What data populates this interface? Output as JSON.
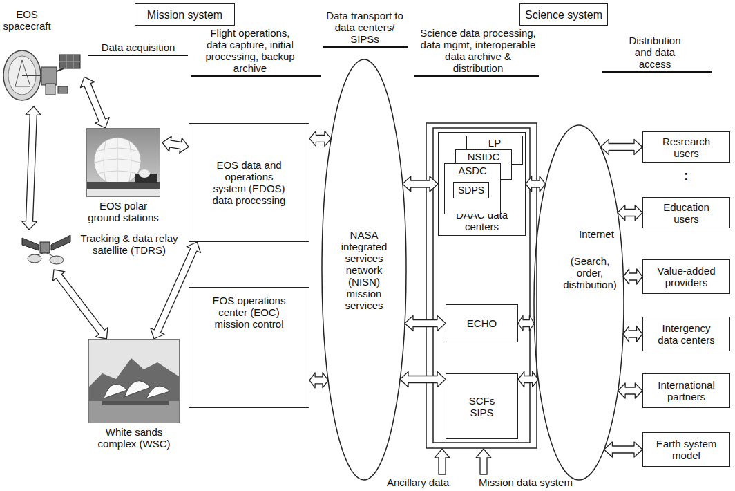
{
  "diagram": {
    "nodes": [
      {
        "text": [
          "Mission system"
        ]
      },
      {
        "text": [
          "Science system"
        ]
      },
      {
        "text": [
          "EOS spacecraft"
        ]
      },
      {
        "text": [
          "EOS polar ground stations"
        ]
      },
      {
        "text": [
          "Tracking & data relay satellite (TDRS)"
        ]
      },
      {
        "text": [
          "White sands complex (WSC)"
        ]
      },
      {
        "text": [
          "EOS data and operations system (EDOS) data processing"
        ]
      },
      {
        "text": [
          "EOS operations center (EOC) mission control"
        ]
      },
      {
        "text": [
          "NASA integrated services network (NISN) mission services"
        ]
      },
      {
        "text": [
          "DAAC data centers"
        ]
      },
      {
        "text": [
          "LP"
        ],
        "in": 9
      },
      {
        "text": [
          "NSIDC"
        ],
        "in": 9
      },
      {
        "text": [
          "ASDC"
        ],
        "in": 9
      },
      {
        "text": [
          "SDPS"
        ],
        "in": 12
      },
      {
        "text": [
          "ECHO"
        ]
      },
      {
        "text": [
          "SCFs SIPS"
        ]
      },
      {
        "text": [
          "Internet",
          "(Search, order, distribution)"
        ]
      },
      {
        "text": [
          "Resrearch users"
        ]
      },
      {
        "text": [
          "Education users"
        ]
      },
      {
        "text": [
          "Value-added providers"
        ]
      },
      {
        "text": [
          "Intergency data centers"
        ]
      },
      {
        "text": [
          "International partners"
        ]
      },
      {
        "text": [
          "Earth system model"
        ]
      }
    ],
    "edges": [
      {
        "from": 2,
        "to": 3,
        "arrow": "both"
      },
      {
        "from": 2,
        "to": 4,
        "arrow": "both"
      },
      {
        "from": 3,
        "to": 6,
        "arrow": "both"
      },
      {
        "from": 4,
        "to": 5,
        "arrow": "both"
      },
      {
        "from": 5,
        "to": 6,
        "arrow": "both"
      },
      {
        "from": 6,
        "to": 8,
        "arrow": "both"
      },
      {
        "from": 7,
        "to": 8,
        "arrow": "both"
      },
      {
        "from": 8,
        "to": 9,
        "arrow": "both"
      },
      {
        "from": 8,
        "to": 14,
        "arrow": "both"
      },
      {
        "from": 8,
        "to": 15,
        "arrow": "both"
      },
      {
        "from": 9,
        "to": 16,
        "arrow": "both"
      },
      {
        "from": 14,
        "to": 16,
        "arrow": "both"
      },
      {
        "from": 15,
        "to": 16,
        "arrow": "both"
      },
      {
        "from": 16,
        "to": 17,
        "arrow": "both"
      },
      {
        "from": 16,
        "to": 18,
        "arrow": "both"
      },
      {
        "from": 16,
        "to": 19,
        "arrow": "both"
      },
      {
        "from": 16,
        "to": 20,
        "arrow": "both"
      },
      {
        "from": 16,
        "to": 21,
        "arrow": "both"
      },
      {
        "from": 16,
        "to": 22,
        "arrow": "both"
      }
    ],
    "labels": [
      "Data acquisition",
      "Flight operations, data capture, initial processing, backup archive",
      "Data transport to data centers/ SIPSs",
      "Science data processing, data mgmt, interoperable data archive & distribution",
      "Distribution and data access",
      ":",
      "Ancillary data",
      "Mission data system"
    ]
  }
}
